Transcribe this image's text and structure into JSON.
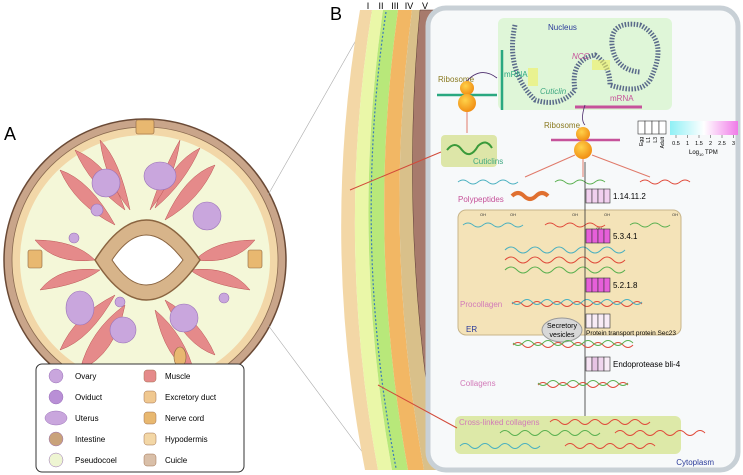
{
  "panels": {
    "a": "A",
    "b": "B"
  },
  "legend": {
    "items": [
      {
        "label": "Ovary",
        "icon": "ovary-icon",
        "color": "#c9a6dd"
      },
      {
        "label": "Oviduct",
        "icon": "oviduct-icon",
        "color": "#b98fd6"
      },
      {
        "label": "Uterus",
        "icon": "uterus-icon",
        "color": "#c9a6dd"
      },
      {
        "label": "Intestine",
        "icon": "intestine-icon",
        "color": "#c9a27a"
      },
      {
        "label": "Pseudocoel",
        "icon": "pseudocoel-icon",
        "color": "#eef5d2"
      },
      {
        "label": "Muscle",
        "icon": "muscle-icon",
        "color": "#e58a8a"
      },
      {
        "label": "Excretory duct",
        "icon": "excretory-duct-icon",
        "color": "#f0c890"
      },
      {
        "label": "Nerve cord",
        "icon": "nerve-cord-icon",
        "color": "#e8b870"
      },
      {
        "label": "Hypodermis",
        "icon": "hypodermis-icon",
        "color": "#f3d7a6"
      },
      {
        "label": "Cuicle",
        "icon": "cuticle-icon",
        "color": "#d9bfa8"
      }
    ]
  },
  "layers": [
    "I",
    "II",
    "III",
    "IV",
    "V"
  ],
  "cell": {
    "nucleus": "Nucleus",
    "ncc": "NCC",
    "cuticlin_gene": "Cuticlin",
    "mrna_left": "mRNA",
    "mrna_right": "mRNA",
    "ribosome_left": "Ribosome",
    "ribosome_right": "Ribosome",
    "cuticlins": "Cuticlins",
    "polypeptides": "Polypeptides",
    "er": "ER",
    "procollagen": "Procollagen",
    "secretory_vesicles": [
      "Secretory",
      "vesicles"
    ],
    "collagens": "Collagens",
    "cross_linked": "Cross-linked collagens",
    "cytoplasm": "Cytoplasm",
    "oh": "OH"
  },
  "heatmap_legend": {
    "stages": [
      "Egg",
      "L1",
      "L3",
      "Adult"
    ],
    "ticks": [
      "0.5",
      "1",
      "1.5",
      "2",
      "2.5",
      "3"
    ],
    "label": "Log10 TPM",
    "label_main": "Log",
    "label_sub": "10",
    "label_tail": " TPM",
    "color_low": "#8ff0f5",
    "color_mid": "#ffffff",
    "color_high": "#f07ae8"
  },
  "enzymes": [
    {
      "label": "1.14.11.2",
      "colors": [
        "#f1d0ef",
        "#f1d0ef",
        "#f1d0ef",
        "#f1d0ef"
      ]
    },
    {
      "label": "5.3.4.1",
      "colors": [
        "#e65fd9",
        "#e65fd9",
        "#e65fd9",
        "#e65fd9"
      ]
    },
    {
      "label": "5.2.1.8",
      "colors": [
        "#e65fd9",
        "#e65fd9",
        "#e65fd9",
        "#e65fd9"
      ]
    },
    {
      "label": "Protein transport protein Sec23",
      "colors": [
        "#f8ecf6",
        "#f8ecf6",
        "#f8ecf6",
        "#f8ecf6"
      ]
    },
    {
      "label": "Endoprotease bli-4",
      "colors": [
        "#f6e2f3",
        "#e7c4e4",
        "#f0d6ee",
        "#f8ecf6"
      ]
    }
  ]
}
